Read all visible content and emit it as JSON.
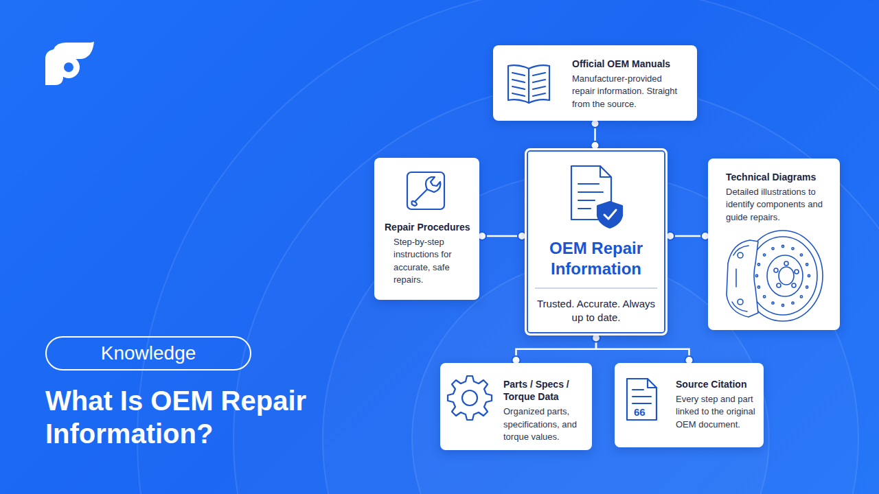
{
  "diagram": {
    "title": "What Is OEM Repair Information?",
    "nodes": [
      {
        "text": [
          "Official OEM Manuals",
          "Manufacturer-provided repair information. Straight from the source."
        ]
      },
      {
        "text": [
          "Repair Procedures",
          "Step-by-step instructions for accurate, safe repairs."
        ]
      },
      {
        "text": [
          "OEM Repair Information",
          "Trusted. Accurate. Always up to date."
        ]
      },
      {
        "text": [
          "Technical Diagrams",
          "Detailed illustrations to identify components and guide repairs."
        ]
      },
      {
        "text": [
          "Parts / Specs / Torque Data",
          "Organized parts, specifications, and torque values."
        ]
      },
      {
        "text": [
          "Source Citation",
          "Every step and part linked to the original OEM document."
        ]
      },
      {
        "text": [
          "Knowledge"
        ]
      }
    ],
    "edges": [
      {
        "from": 0,
        "to": 2,
        "arrow": "none"
      },
      {
        "from": 1,
        "to": 2,
        "arrow": "none"
      },
      {
        "from": 2,
        "to": 3,
        "arrow": "none"
      },
      {
        "from": 2,
        "to": 4,
        "arrow": "none"
      },
      {
        "from": 2,
        "to": 5,
        "arrow": "none"
      }
    ],
    "labels": [
      "66"
    ]
  }
}
